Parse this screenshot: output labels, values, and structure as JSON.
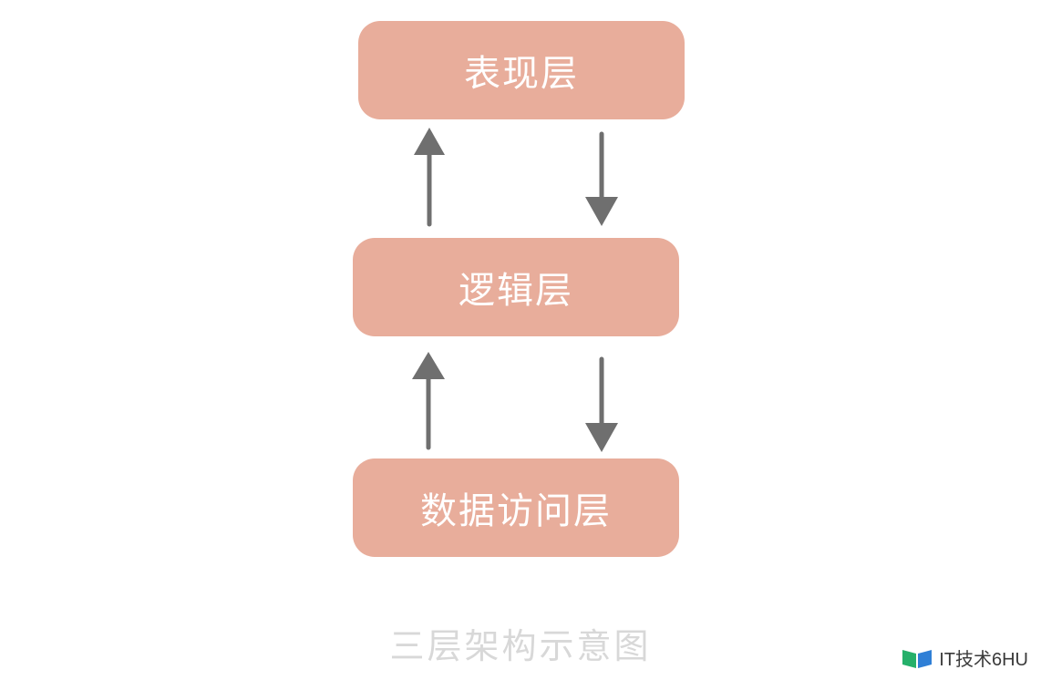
{
  "layers": {
    "presentation": "表现层",
    "logic": "逻辑层",
    "data_access": "数据访问层"
  },
  "caption": "三层架构示意图",
  "watermark": {
    "text": "IT技术6HU",
    "icon": "book-logo-icon"
  },
  "colors": {
    "box": "#e8ad9b",
    "box_text": "#ffffff",
    "arrow": "#6f6f6f",
    "caption": "#d8d8d8"
  }
}
